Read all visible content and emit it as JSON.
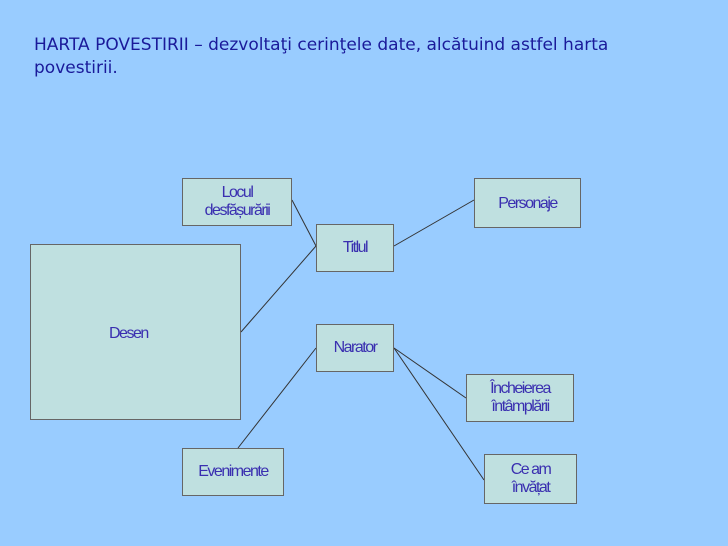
{
  "heading": "HARTA POVESTIRII – dezvoltaţi cerinţele date, alcătuind astfel harta povestirii.",
  "nodes": {
    "desen": "Desen",
    "locul_line1": "Locul",
    "locul_line2": "desfășurării",
    "titlul": "Titlul",
    "personaje": "Personaje",
    "narator": "Narator",
    "incheierea_line1": "Încheierea",
    "incheierea_line2": "întâmplării",
    "evenimente": "Evenimente",
    "ceam_line1": "Ce am",
    "ceam_line2": "învățat"
  },
  "colors": {
    "background": "#99ccff",
    "box_fill": "#bfe0e0",
    "text": "#3a2fb0",
    "heading_text": "#1a1a9a"
  }
}
